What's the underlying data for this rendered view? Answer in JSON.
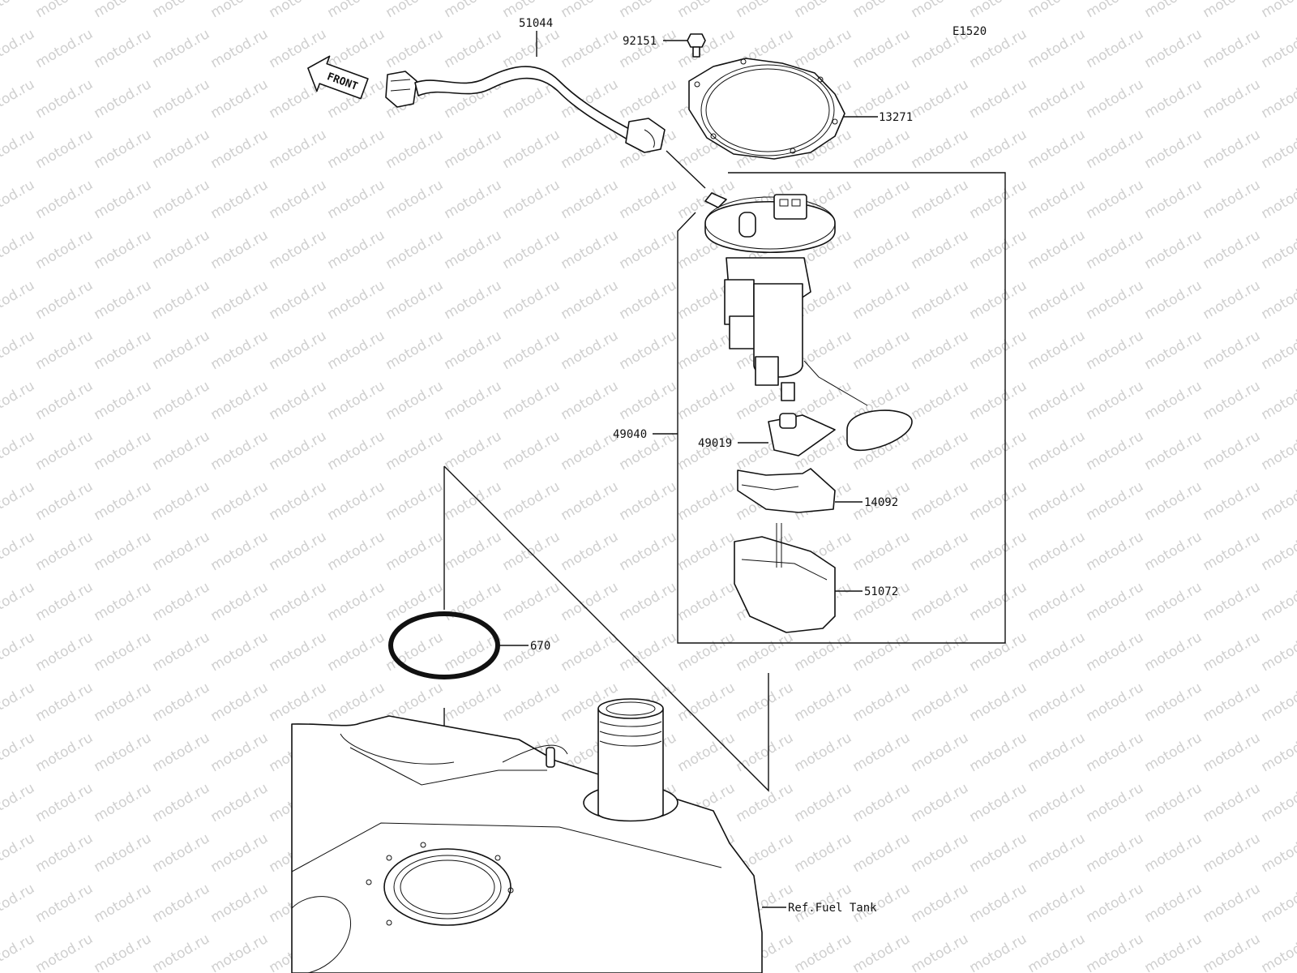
{
  "diagram": {
    "code": "E1520",
    "front_arrow_text": "FRONT",
    "watermark": "motod.ru",
    "parts": {
      "p51044": "51044",
      "p92151": "92151",
      "p13271": "13271",
      "p49040": "49040",
      "p49019": "49019",
      "p14092": "14092",
      "p51072": "51072",
      "p670": "670"
    },
    "ref_label": "Ref.Fuel Tank"
  }
}
